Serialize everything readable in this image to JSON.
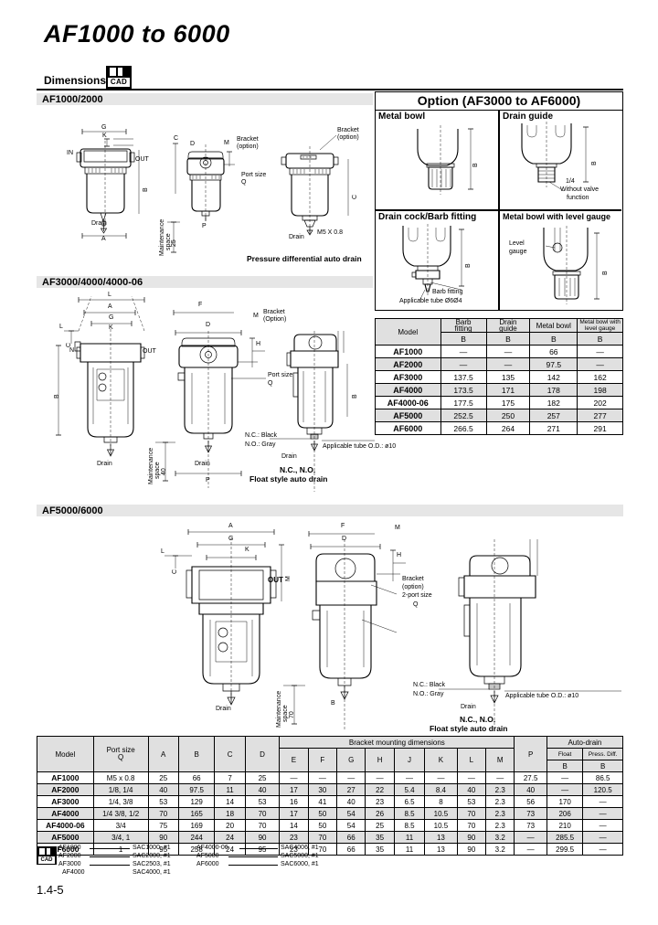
{
  "header": {
    "title": "AF1000 to 6000",
    "dimensions_label": "Dimensions",
    "cad_icon_text": "CAD"
  },
  "sections": {
    "s1": "AF1000/2000",
    "s2": "AF3000/4000/4000-06",
    "s3": "AF5000/6000"
  },
  "option_panel": {
    "title": "Option (AF3000 to AF6000)",
    "cells": [
      {
        "label": "Metal bowl",
        "dim": "B"
      },
      {
        "label": "Drain guide",
        "dim": "B",
        "note1": "1/4",
        "note2": "Without valve",
        "note3": "function"
      },
      {
        "label": "Drain cock/Barb fitting",
        "dim": "B",
        "note1": "Barb fitting",
        "note2": "Applicable tube Ø6Ø4"
      },
      {
        "label": "Metal bowl with level gauge",
        "dim": "B",
        "note1": "Level",
        "note2": "gauge"
      }
    ]
  },
  "option_table": {
    "headers": {
      "model": "Model",
      "barb": "Barb\nfitting",
      "barb_l1": "Barb",
      "barb_l2": "fitting",
      "guide_l1": "Drain",
      "guide_l2": "guide",
      "metal": "Metal bowl",
      "gauge_l1": "Metal bowl with",
      "gauge_l2": "level gauge",
      "sub": "B"
    },
    "rows": [
      {
        "model": "AF1000",
        "barb": "—",
        "guide": "—",
        "metal": "66",
        "gauge": "—"
      },
      {
        "model": "AF2000",
        "barb": "—",
        "guide": "—",
        "metal": "97.5",
        "gauge": "—"
      },
      {
        "model": "AF3000",
        "barb": "137.5",
        "guide": "135",
        "metal": "142",
        "gauge": "162"
      },
      {
        "model": "AF4000",
        "barb": "173.5",
        "guide": "171",
        "metal": "178",
        "gauge": "198"
      },
      {
        "model": "AF4000-06",
        "barb": "177.5",
        "guide": "175",
        "metal": "182",
        "gauge": "202"
      },
      {
        "model": "AF5000",
        "barb": "252.5",
        "guide": "250",
        "metal": "257",
        "gauge": "277"
      },
      {
        "model": "AF6000",
        "barb": "266.5",
        "guide": "264",
        "metal": "271",
        "gauge": "291"
      }
    ]
  },
  "main_table": {
    "group_bracket": "Bracket mounting dimensions",
    "group_autodrain": "Auto-drain",
    "headers": {
      "model": "Model",
      "port_l1": "Port size",
      "port_l2": "Q",
      "A": "A",
      "B": "B",
      "C": "C",
      "D": "D",
      "E": "E",
      "F": "F",
      "G": "G",
      "H": "H",
      "J": "J",
      "K": "K",
      "L": "L",
      "M": "M",
      "P": "P",
      "float": "Float",
      "pressdiff": "Press. Diff.",
      "sub_b": "B"
    },
    "rows": [
      {
        "model": "AF1000",
        "port": "M5 x 0.8",
        "A": "25",
        "B": "66",
        "C": "7",
        "D": "25",
        "E": "—",
        "F": "—",
        "G": "—",
        "H": "—",
        "J": "—",
        "K": "—",
        "L": "—",
        "M": "—",
        "P": "27.5",
        "float": "—",
        "pressdiff": "86.5"
      },
      {
        "model": "AF2000",
        "port": "1/8, 1/4",
        "A": "40",
        "B": "97.5",
        "C": "11",
        "D": "40",
        "E": "17",
        "F": "30",
        "G": "27",
        "H": "22",
        "J": "5.4",
        "K": "8.4",
        "L": "40",
        "M": "2.3",
        "P": "40",
        "float": "—",
        "pressdiff": "120.5"
      },
      {
        "model": "AF3000",
        "port": "1/4, 3/8",
        "A": "53",
        "B": "129",
        "C": "14",
        "D": "53",
        "E": "16",
        "F": "41",
        "G": "40",
        "H": "23",
        "J": "6.5",
        "K": "8",
        "L": "53",
        "M": "2.3",
        "P": "56",
        "float": "170",
        "pressdiff": "—"
      },
      {
        "model": "AF4000",
        "port": "1/4 3/8, 1/2",
        "A": "70",
        "B": "165",
        "C": "18",
        "D": "70",
        "E": "17",
        "F": "50",
        "G": "54",
        "H": "26",
        "J": "8.5",
        "K": "10.5",
        "L": "70",
        "M": "2.3",
        "P": "73",
        "float": "206",
        "pressdiff": "—"
      },
      {
        "model": "AF4000-06",
        "port": "3/4",
        "A": "75",
        "B": "169",
        "C": "20",
        "D": "70",
        "E": "14",
        "F": "50",
        "G": "54",
        "H": "25",
        "J": "8.5",
        "K": "10.5",
        "L": "70",
        "M": "2.3",
        "P": "73",
        "float": "210",
        "pressdiff": "—"
      },
      {
        "model": "AF5000",
        "port": "3/4, 1",
        "A": "90",
        "B": "244",
        "C": "24",
        "D": "90",
        "E": "23",
        "F": "70",
        "G": "66",
        "H": "35",
        "J": "11",
        "K": "13",
        "L": "90",
        "M": "3.2",
        "P": "—",
        "float": "285.5",
        "pressdiff": "—"
      },
      {
        "model": "AF6000",
        "port": "1",
        "A": "95",
        "B": "258",
        "C": "24",
        "D": "95",
        "E": "23",
        "F": "70",
        "G": "66",
        "H": "35",
        "J": "11",
        "K": "13",
        "L": "90",
        "M": "3.2",
        "P": "—",
        "float": "299.5",
        "pressdiff": "—"
      }
    ]
  },
  "drawing_af1000": {
    "G": "G",
    "K": "K",
    "A": "A",
    "B": "B",
    "C": "C",
    "D": "D",
    "M": "M",
    "IN": "IN",
    "OUT": "OUT",
    "drain": "Drain",
    "port_l1": "Port size",
    "port_l2": "Q",
    "maint_l1": "Maintenance",
    "maint_l2": "space",
    "maint_val": "25",
    "bracket_l1": "Bracket",
    "bracket_l2": "(option)",
    "P": "P",
    "thread": "M5 X 0.8",
    "caption": "Pressure differential auto drain"
  },
  "drawing_af3000": {
    "A": "A",
    "G": "G",
    "K": "K",
    "B": "B",
    "C": "C",
    "D": "D",
    "F": "F",
    "H": "H",
    "M": "M",
    "L": "L",
    "N": "N",
    "P": "P",
    "IN": "IN",
    "OUT": "OUT",
    "drain": "Drain",
    "port_l1": "Port size",
    "port_l2": "Q",
    "maint_l1": "Maintenance",
    "maint_l2": "space",
    "maint_val": "40",
    "bracket_l1": "Bracket",
    "bracket_l2": "(Option)",
    "nc": "N.C.: Black",
    "no": "N.O.: Gray",
    "tube": "Applicable tube O.D.: ø10",
    "caption_l1": "N.C., N.O.",
    "caption_l2": "Float style auto drain"
  },
  "drawing_af5000": {
    "A": "A",
    "G": "G",
    "K": "K",
    "B": "B",
    "C": "C",
    "D": "D",
    "F": "F",
    "H": "H",
    "M": "M",
    "L": "L",
    "N": "N",
    "OUT": "OUT",
    "drain": "Drain",
    "bracket_l1": "Bracket",
    "bracket_l2": "(option)",
    "bracket_l3": "2-port size",
    "bracket_l4": "Q",
    "maint_l1": "Maintenance",
    "maint_l2": "space",
    "maint_val": "70",
    "nc": "N.C.: Black",
    "no": "N.O.: Gray",
    "tube": "Applicable tube O.D.: ø10",
    "caption_l1": "N.C., N.O.",
    "caption_l2": "Float style auto drain"
  },
  "cad_footnotes": {
    "icon_text": "CAD",
    "left": [
      {
        "model": "AF1000",
        "cad": "SAC1000, #1"
      },
      {
        "model": "AF2000",
        "cad": "SAC2000, #1"
      },
      {
        "model": "AF3000",
        "cad": "SAC2503, #1"
      },
      {
        "model": "AF4000",
        "cad": "SAC4000, #1"
      }
    ],
    "right": [
      {
        "model": "AF4000-06",
        "cad": "SAC4006, #1"
      },
      {
        "model": "AF5000",
        "cad": "SAC5000, #1"
      },
      {
        "model": "AF6000",
        "cad": "SAC6000, #1"
      }
    ]
  },
  "footer": {
    "page": "1.4-5"
  }
}
